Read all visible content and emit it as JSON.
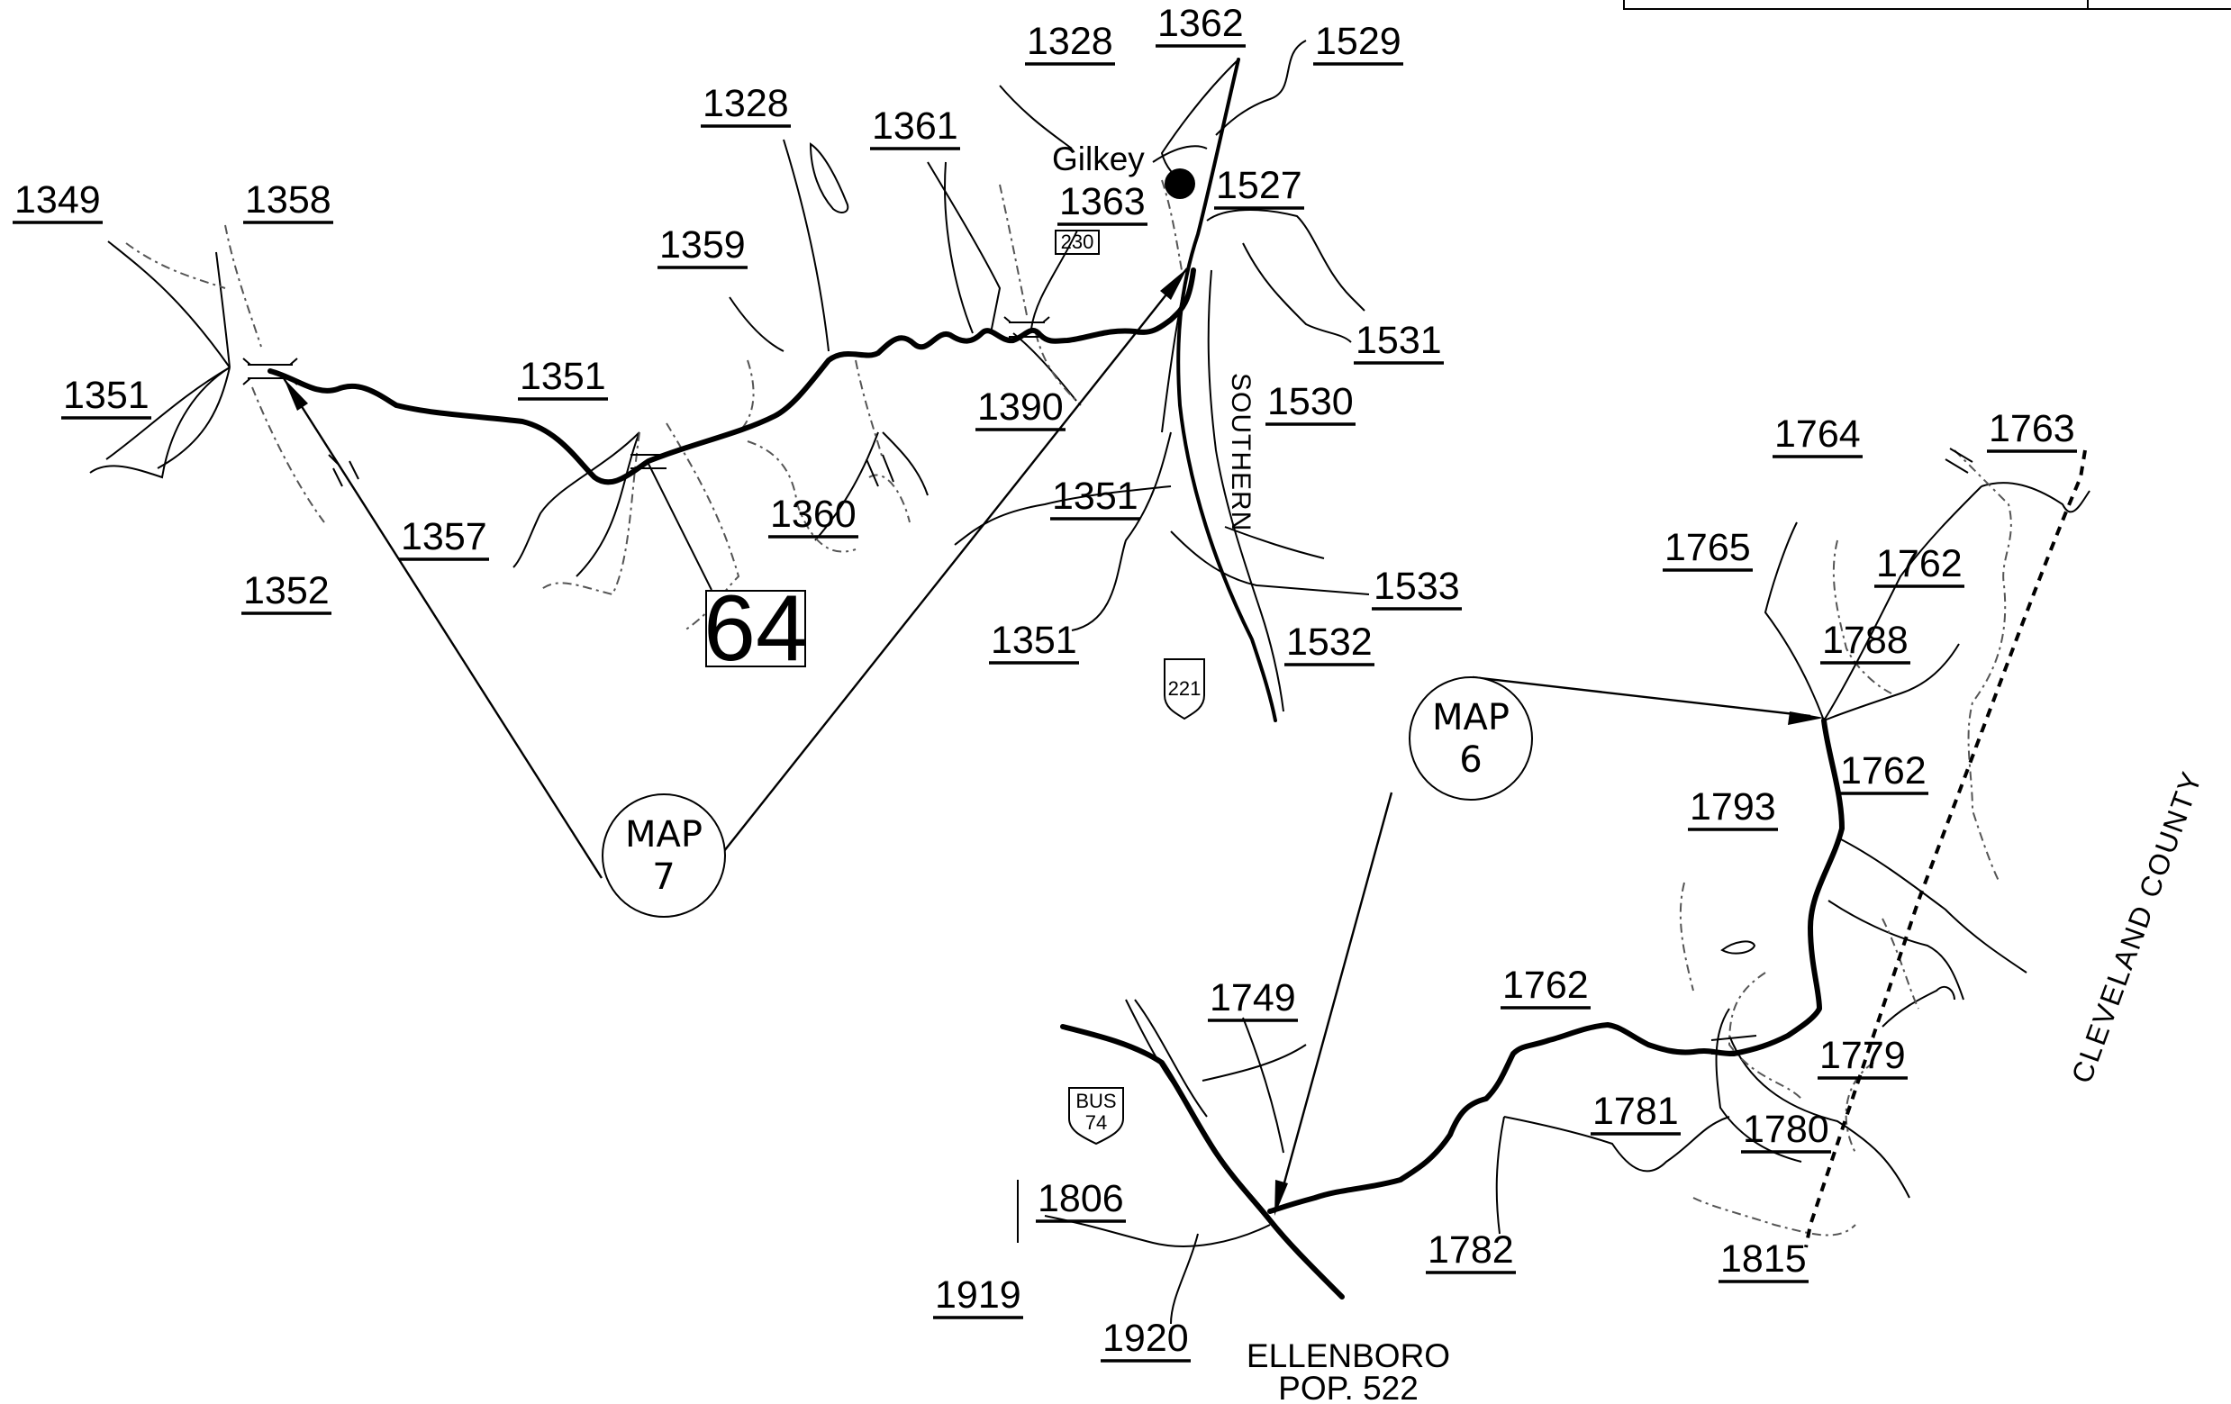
{
  "place": {
    "gilkey": "Gilkey",
    "ellenboro": "ELLENBORO",
    "ellenboro_pop": "POP. 522",
    "railroad": "SOUTHERN",
    "county": "CLEVELAND COUNTY"
  },
  "route_box": "64",
  "small_box": "230",
  "shields": {
    "us221": "221",
    "bus74_top": "BUS",
    "bus74_num": "74"
  },
  "maps": {
    "map7_title": "MAP",
    "map7_num": "7",
    "map6_title": "MAP",
    "map6_num": "6"
  },
  "labels": [
    "1349",
    "1358",
    "1359",
    "1328",
    "1361",
    "1328",
    "1362",
    "1529",
    "1363",
    "1527",
    "1351",
    "1351",
    "1390",
    "1531",
    "1530",
    "1357",
    "1352",
    "1360",
    "1351",
    "1533",
    "1351",
    "1532",
    "1764",
    "1763",
    "1765",
    "1762",
    "1788",
    "1762",
    "1793",
    "1762",
    "1749",
    "1779",
    "1781",
    "1780",
    "1806",
    "1782",
    "1815",
    "1919",
    "1920"
  ]
}
